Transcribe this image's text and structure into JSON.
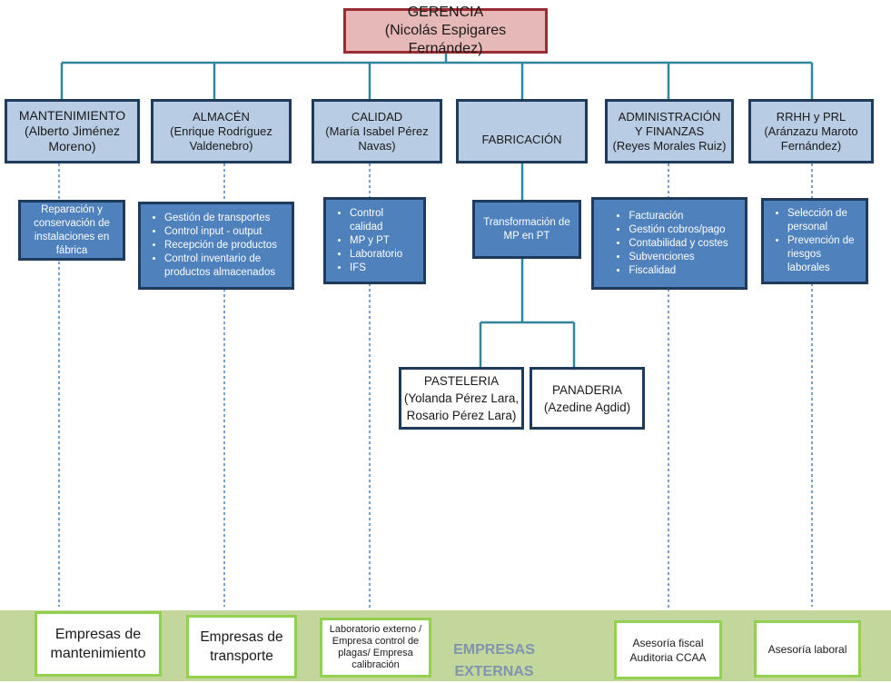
{
  "gerencia": {
    "title": "GERENCIA",
    "person": "(Nicolás Espigares Fernández)"
  },
  "departments": [
    {
      "name": "MANTENIMIENTO",
      "person_lines": [
        "(Alberto Jiménez",
        "Moreno)"
      ]
    },
    {
      "name": "ALMACÉN",
      "person_lines": [
        "(Enrique Rodríguez",
        "Valdenebro)"
      ]
    },
    {
      "name": "CALIDAD",
      "person_lines": [
        "(María Isabel Pérez",
        "Navas)"
      ]
    },
    {
      "name": "FABRICACIÓN",
      "person_lines": []
    },
    {
      "name": "ADMINISTRACIÓN Y FINANZAS",
      "person_lines": [
        "(Reyes Morales Ruiz)"
      ]
    },
    {
      "name": "RRHH y PRL",
      "person_lines": [
        "(Aránzazu Maroto",
        "Fernández)"
      ]
    }
  ],
  "functions": {
    "mantenimiento": "Reparación y conservación de instalaciones en fábrica",
    "almacen": [
      "Gestión de transportes",
      "Control input  - output",
      "Recepción de productos",
      "Control inventario de productos almacenados"
    ],
    "calidad": [
      "Control calidad",
      "MP y PT",
      "Laboratorio",
      "IFS"
    ],
    "fabricacion": "Transformación de MP en PT",
    "administracion": [
      "Facturación",
      "Gestión cobros/pago",
      "Contabilidad y costes",
      "Subvenciones",
      "Fiscalidad"
    ],
    "rrhh": [
      "Selección de personal",
      "Prevención de riesgos laborales"
    ]
  },
  "sub_units": [
    {
      "name": "PASTELERIA",
      "lines": [
        "(Yolanda Pérez Lara,",
        "Rosario Pérez Lara)"
      ]
    },
    {
      "name": "PANADERIA",
      "lines": [
        "(Azedine Agdid)"
      ]
    }
  ],
  "external": {
    "label_lines": [
      "EMPRESAS",
      "EXTERNAS"
    ],
    "companies": [
      {
        "lines": [
          "Empresas de",
          "mantenimiento"
        ]
      },
      {
        "lines": [
          "Empresas de",
          "transporte"
        ]
      },
      {
        "lines": [
          "Laboratorio externo /",
          "Empresa control de",
          "plagas/ Empresa",
          "calibración"
        ]
      },
      {
        "lines": [
          "Asesoría fiscal",
          "Auditoria CCAA"
        ]
      },
      {
        "lines": [
          "Asesoría laboral"
        ]
      }
    ]
  },
  "colors": {
    "top_fill": "#e6b8b7",
    "top_border": "#9b2c2f",
    "dept_fill": "#b8cce4",
    "dept_border": "#1f3b5c",
    "func_fill": "#4f81bd",
    "connector": "#31869b",
    "external_band": "#c3d69b",
    "external_border": "#92d050"
  }
}
